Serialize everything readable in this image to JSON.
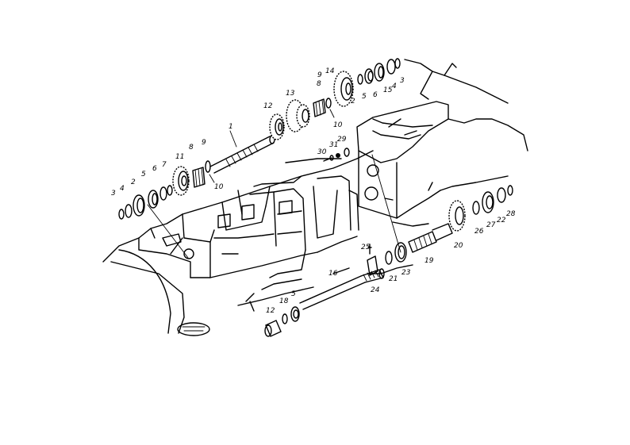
{
  "labels": [
    {
      "id": "l1",
      "text": "1"
    },
    {
      "id": "l2a",
      "text": "2"
    },
    {
      "id": "l3a",
      "text": "3"
    },
    {
      "id": "l4a",
      "text": "4"
    },
    {
      "id": "l5a",
      "text": "5"
    },
    {
      "id": "l6a",
      "text": "6"
    },
    {
      "id": "l7a",
      "text": "7"
    },
    {
      "id": "l8a",
      "text": "8"
    },
    {
      "id": "l9a",
      "text": "9"
    },
    {
      "id": "l10a",
      "text": "10"
    },
    {
      "id": "l11",
      "text": "11"
    },
    {
      "id": "l12a",
      "text": "12"
    },
    {
      "id": "l13",
      "text": "13"
    },
    {
      "id": "l8b",
      "text": "8"
    },
    {
      "id": "l9b",
      "text": "9"
    },
    {
      "id": "l10b",
      "text": "10"
    },
    {
      "id": "l14",
      "text": "14"
    },
    {
      "id": "l15",
      "text": "15"
    },
    {
      "id": "l6b",
      "text": "6"
    },
    {
      "id": "l5b",
      "text": "5"
    },
    {
      "id": "l4b",
      "text": "4"
    },
    {
      "id": "l3b",
      "text": "3"
    },
    {
      "id": "l2b",
      "text": "2"
    },
    {
      "id": "l30",
      "text": "30"
    },
    {
      "id": "l31",
      "text": "31"
    },
    {
      "id": "l29",
      "text": "29"
    },
    {
      "id": "l25",
      "text": "25"
    },
    {
      "id": "l16",
      "text": "16"
    },
    {
      "id": "l12b",
      "text": "12"
    },
    {
      "id": "l18",
      "text": "18"
    },
    {
      "id": "l5c",
      "text": "5"
    },
    {
      "id": "l24",
      "text": "24"
    },
    {
      "id": "l21",
      "text": "21"
    },
    {
      "id": "l23",
      "text": "23"
    },
    {
      "id": "l19",
      "text": "19"
    },
    {
      "id": "l20",
      "text": "20"
    },
    {
      "id": "l26",
      "text": "26"
    },
    {
      "id": "l27",
      "text": "27"
    },
    {
      "id": "l22",
      "text": "22"
    },
    {
      "id": "l28",
      "text": "28"
    }
  ]
}
